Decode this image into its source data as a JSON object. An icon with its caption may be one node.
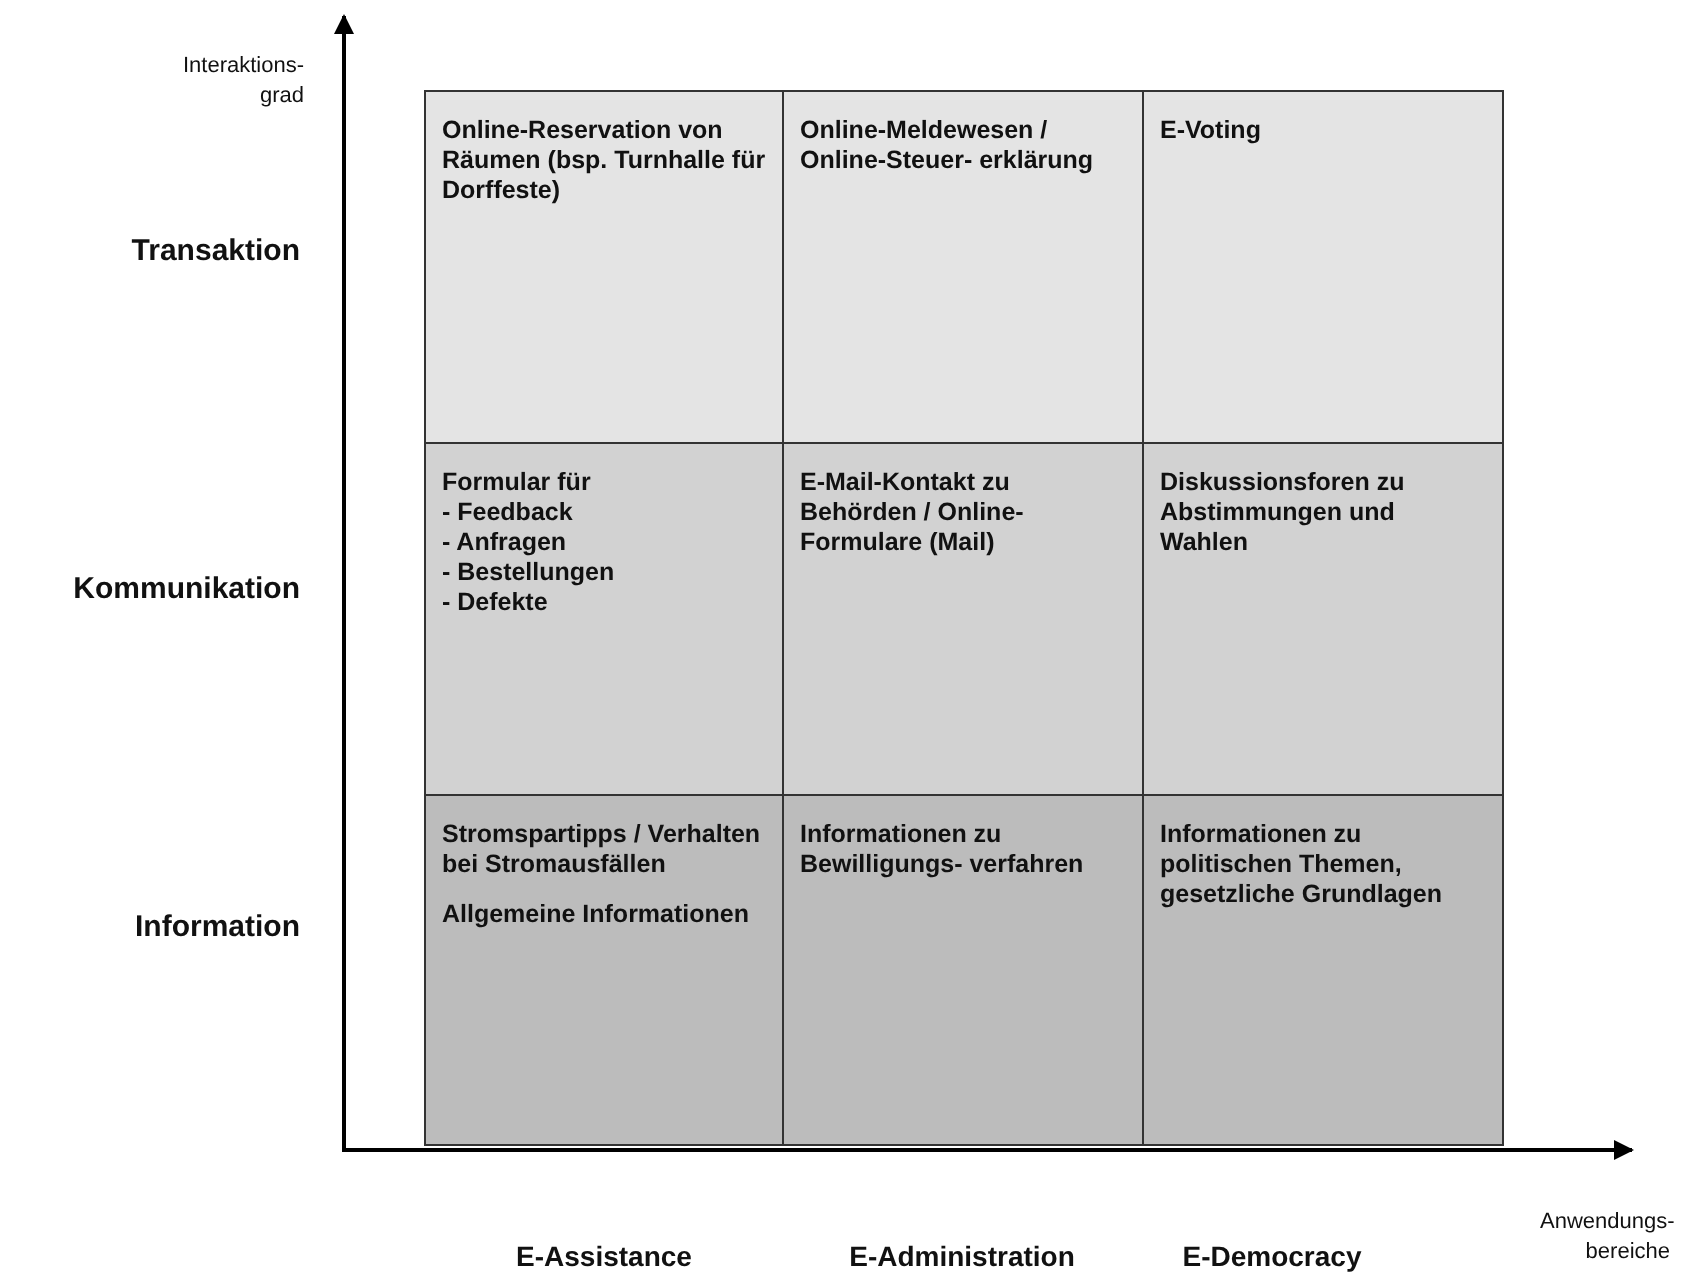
{
  "diagram": {
    "nodes": [
      {
        "text": [
          "Online-Reservation von Räumen (bsp. Turnhalle für Dorffeste)"
        ]
      },
      {
        "text": [
          "Online-Meldewesen / Online-Steuer- erklärung"
        ]
      },
      {
        "text": [
          "E-Voting"
        ]
      },
      {
        "text": [
          "Formular für",
          "- Feedback",
          "- Anfragen",
          "- Bestellungen",
          "- Defekte"
        ]
      },
      {
        "text": [
          "E-Mail-Kontakt zu Behörden / Online-Formulare (Mail)"
        ]
      },
      {
        "text": [
          "Diskussionsforen zu Abstimmungen und Wahlen"
        ]
      },
      {
        "text": [
          "Stromspartipps / Verhalten bei Stromausfällen",
          "Allgemeine Informationen"
        ]
      },
      {
        "text": [
          "Informationen zu Bewilligungs- verfahren"
        ]
      },
      {
        "text": [
          "Informationen zu politischen Themen, gesetzliche Grundlagen"
        ]
      }
    ],
    "labels": [
      "Interaktions- grad",
      "Transaktion",
      "Kommunikation",
      "Information",
      "E-Assistance",
      "E-Administration",
      "E-Democracy",
      "Anwendungs- bereiche"
    ]
  }
}
